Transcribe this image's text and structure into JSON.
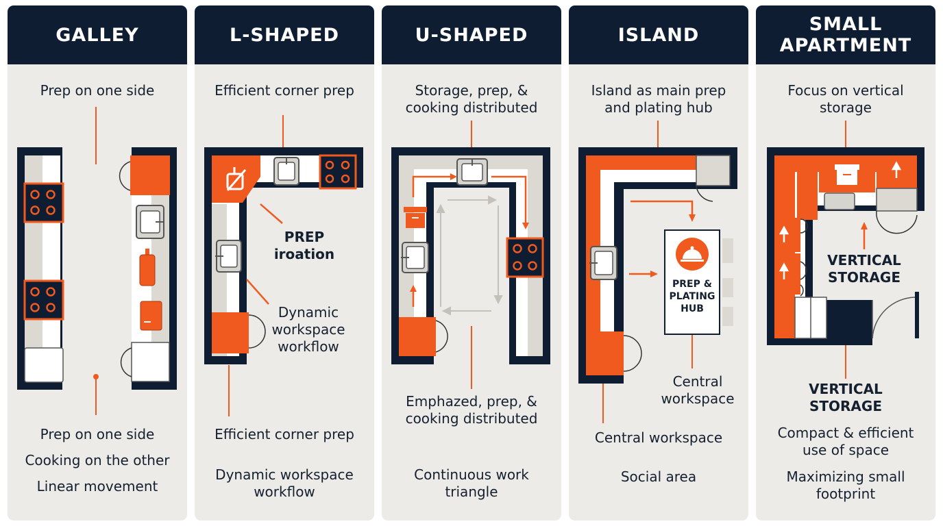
{
  "panels": [
    {
      "title": "GALLEY",
      "top_label": "Prep on one side",
      "bottom": [
        "Prep on one side",
        "Cooking on the other",
        "Linear movement"
      ]
    },
    {
      "title": "L-SHAPED",
      "top_label": "Efficient corner prep",
      "callouts": [
        "PREP iroation",
        "Dynamic workspace workflow"
      ],
      "bottom": [
        "Efficient corner prep",
        "Dynamic workspace workflow"
      ]
    },
    {
      "title": "U-SHAPED",
      "top_label": "Storage, prep, & cooking distributed",
      "callouts": [
        "Emphazed, prep, & cooking distributed"
      ],
      "bottom": [
        "Continuous work triangle"
      ]
    },
    {
      "title": "ISLAND",
      "top_label": "Island as main prep and plating hub",
      "hub_label": "PREP & PLATING HUB",
      "callouts": [
        "Central workspace"
      ],
      "bottom": [
        "Central workspace",
        "Social area"
      ]
    },
    {
      "title": "SMALL APARTMENT",
      "top_label": "Focus on vertical storage",
      "callouts": [
        "VERTICAL STORAGE",
        "VERTICAL STORAGE"
      ],
      "bottom": [
        "Compact & efficient use of space",
        "Maximizing small footprint"
      ]
    }
  ],
  "colors": {
    "navy": "#0f1d33",
    "orange": "#f15a1f",
    "panel_bg": "#ecebe7"
  }
}
